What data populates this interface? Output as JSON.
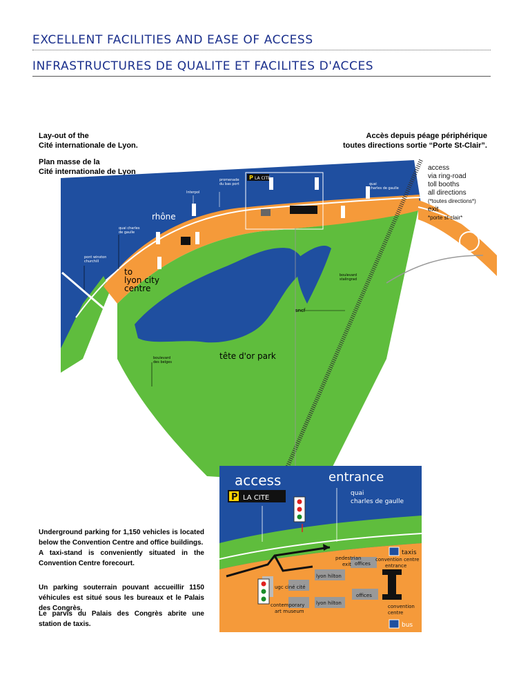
{
  "header": {
    "title_en": "EXCELLENT FACILITIES AND EASE OF ACCESS",
    "title_fr": "INFRASTRUCTURES DE QUALITE ET FACILITES D'ACCES"
  },
  "captions": {
    "layout_en_1": "Lay-out of the",
    "layout_en_2": "Cité internationale de Lyon.",
    "layout_fr_1": "Plan masse de la",
    "layout_fr_2": "Cité internationale de Lyon",
    "access_fr_1": "Accès depuis péage périphérique",
    "access_fr_2": "toutes directions sortie “Porte St-Clair”."
  },
  "map": {
    "labels": {
      "rhone": "rhône",
      "interpol": "Interpol",
      "promenade_1": "promenade",
      "promenade_2": "du bas port",
      "quai_top_1": "quai",
      "quai_top_2": "charles de gaulle",
      "quai_left_1": "quai charles",
      "quai_left_2": "de gaulle",
      "pont_1": "pont winston",
      "pont_2": "churchill",
      "to_lyon_1": "to",
      "to_lyon_2": "lyon city",
      "to_lyon_3": "centre",
      "bd_stalingrad_1": "boulevard",
      "bd_stalingrad_2": "stalingrad",
      "sncf": "sncf",
      "bd_belges_1": "boulevard",
      "bd_belges_2": "des belges",
      "park": "tête d'or park",
      "la_cite": "LA CITE"
    },
    "access_note": {
      "line1": "access",
      "line2": "via ring-road",
      "line3": "toll booths",
      "line4": "all directions",
      "line5": "(*toutes directions*)",
      "line6": "exit",
      "line7": "*porte st-clair*"
    }
  },
  "inset": {
    "access": "access",
    "entrance": "entrance",
    "la_cite": "LA CITE",
    "quai_1": "quai",
    "quai_2": "charles de gaulle",
    "taxis": "taxis",
    "pedestrian_1": "pedestrian",
    "pedestrian_2": "exit",
    "cc_entrance_1": "convention centre",
    "cc_entrance_2": "entrance",
    "lyon_hilton": "lyon hilton",
    "offices": "offices",
    "ugc": "ugc ciné cité",
    "museum_1": "contemporary",
    "museum_2": "art museum",
    "cc_1": "convention",
    "cc_2": "centre",
    "bus": "bus"
  },
  "paragraphs": {
    "p1": "Underground parking for 1,150 vehicles is located below the Convention Centre and office buildings.",
    "p2": "A taxi-stand is conveniently situated in the Convention Centre forecourt.",
    "p3": "Un parking souterrain pouvant accueillir 1150 véhicules est situé sous les bureaux et le Palais des Congrès.",
    "p4": "Le parvis du Palais des Congrès abrite une station de taxis."
  },
  "colors": {
    "water": "#1f4fa0",
    "park": "#5fbd3d",
    "orange": "#f59a3a",
    "title": "#1a2f8c"
  }
}
